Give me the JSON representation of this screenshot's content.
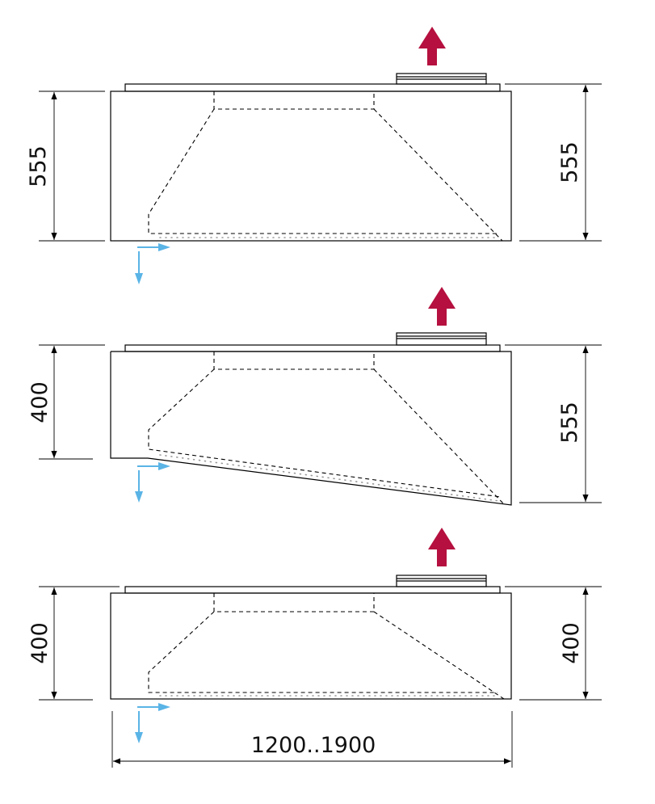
{
  "views": [
    {
      "left_dim": "555",
      "right_dim": "555"
    },
    {
      "left_dim": "400",
      "right_dim": "555"
    },
    {
      "left_dim": "400",
      "right_dim": "400"
    }
  ],
  "width_dim": "1200..1900",
  "colors": {
    "exhaust_arrow": "#b5103f",
    "supply_arrow": "#5ab4e6"
  }
}
